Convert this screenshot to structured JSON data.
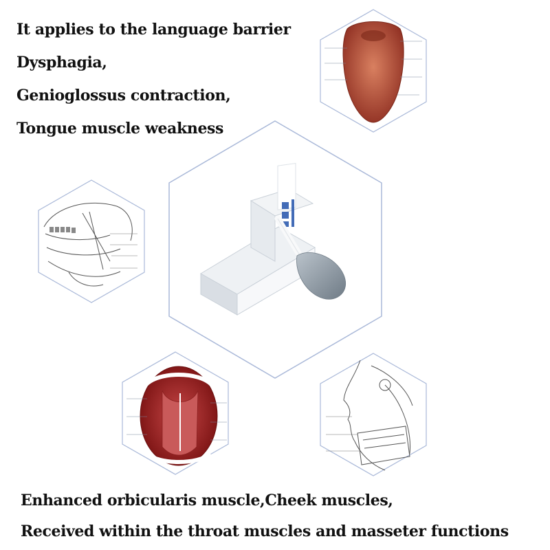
{
  "top_lines": [
    "It applies to the language barrier",
    "Dysphagia,",
    "Genioglossus contraction,",
    "Tongue muscle weakness"
  ],
  "bottom_lines": [
    "Enhanced orbicularis muscle,Cheek muscles,",
    "Received within the throat muscles and masseter functions"
  ],
  "colors": {
    "hex_border": "#a9b8d8",
    "tongue": "#b8503a",
    "bulb": "#8d99a5",
    "box_text": "#2f5db0"
  },
  "icons": [
    "tongue-anatomy-illustration",
    "jaw-muscle-anatomy-illustration",
    "oral-cavity-illustration",
    "face-masseter-anatomy-illustration",
    "tongue-trainer-product-photo"
  ]
}
